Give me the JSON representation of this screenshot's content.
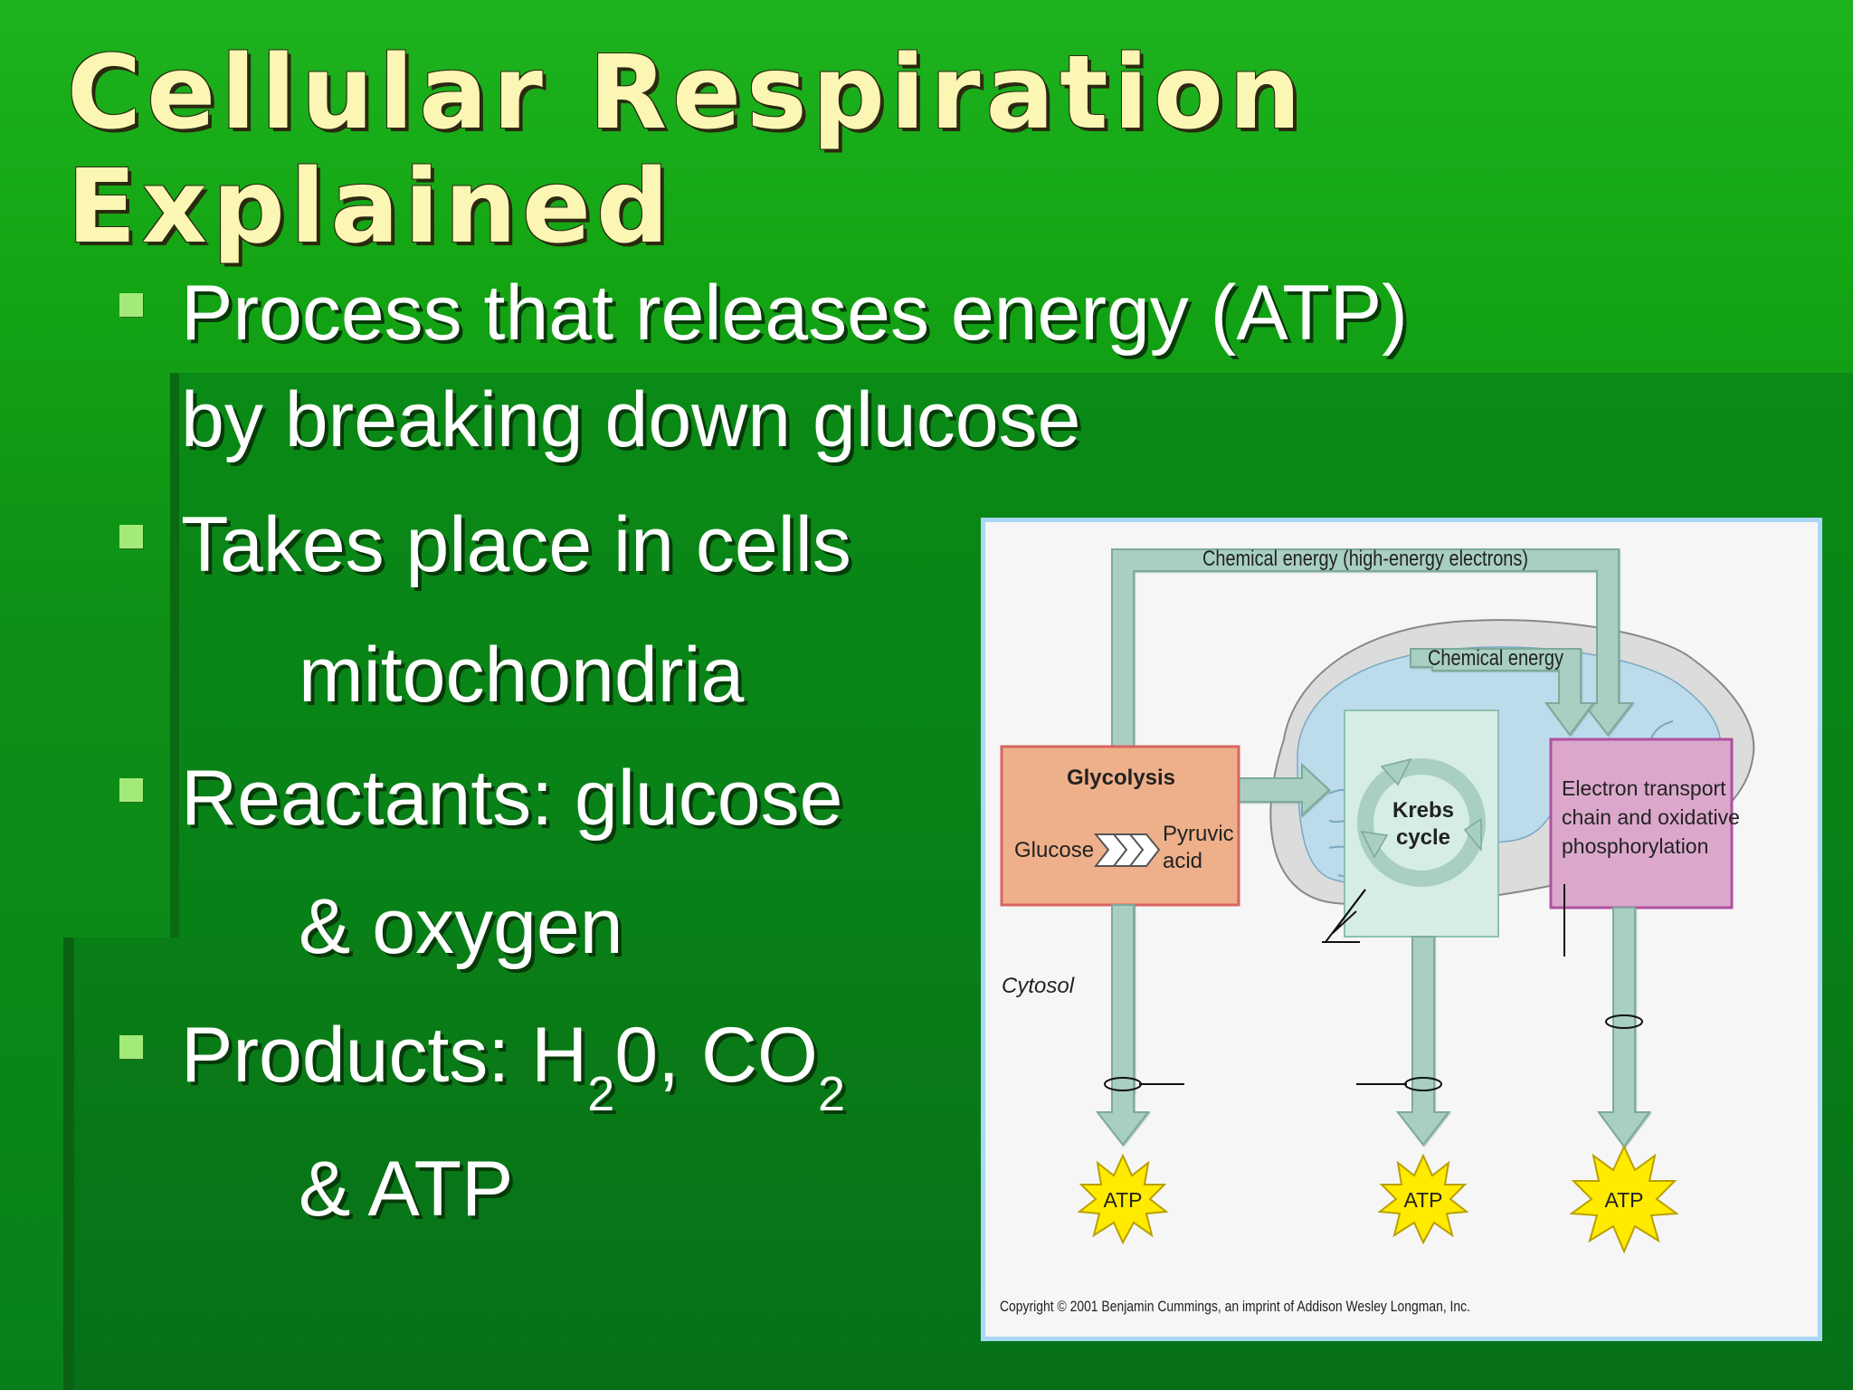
{
  "slide": {
    "title_line1": "Cellular Respiration",
    "title_line2": "Explained",
    "bullets": [
      {
        "line1": "Process that releases energy (ATP)",
        "line2": "by breaking down glucose"
      },
      {
        "line1": "Takes place in cells",
        "line2": "mitochondria"
      },
      {
        "line1": "Reactants: glucose",
        "line2": "& oxygen"
      },
      {
        "products_label": "Products: H",
        "products_h2o_sub": "2",
        "products_mid": "0, CO",
        "products_co2_sub": "2",
        "line2": "& ATP"
      }
    ],
    "colors": {
      "background": "#0d8f16",
      "title": "#fbf6b4",
      "bullet": "#a4ea7a",
      "text": "#ffffff"
    }
  },
  "diagram": {
    "chemical_energy_electrons": "Chemical energy (high-energy electrons)",
    "chemical_energy": "Chemical energy",
    "glycolysis": "Glycolysis",
    "glucose": "Glucose",
    "pyruvic": "Pyruvic",
    "acid": "acid",
    "krebs1": "Krebs",
    "krebs2": "cycle",
    "etc1": "Electron transport",
    "etc2": "chain and oxidative",
    "etc3": "phosphorylation",
    "cytosol": "Cytosol",
    "atp": "ATP",
    "copyright": "Copyright © 2001 Benjamin Cummings, an imprint of Addison Wesley Longman, Inc.",
    "colors": {
      "arrow": "#a8cfc2",
      "glycolysis": "#eeb08a",
      "etc": "#dba8cc",
      "mito_outer": "#dcdcdc",
      "mito_inner": "#bcdcec",
      "atp_burst": "#ffea00"
    }
  }
}
